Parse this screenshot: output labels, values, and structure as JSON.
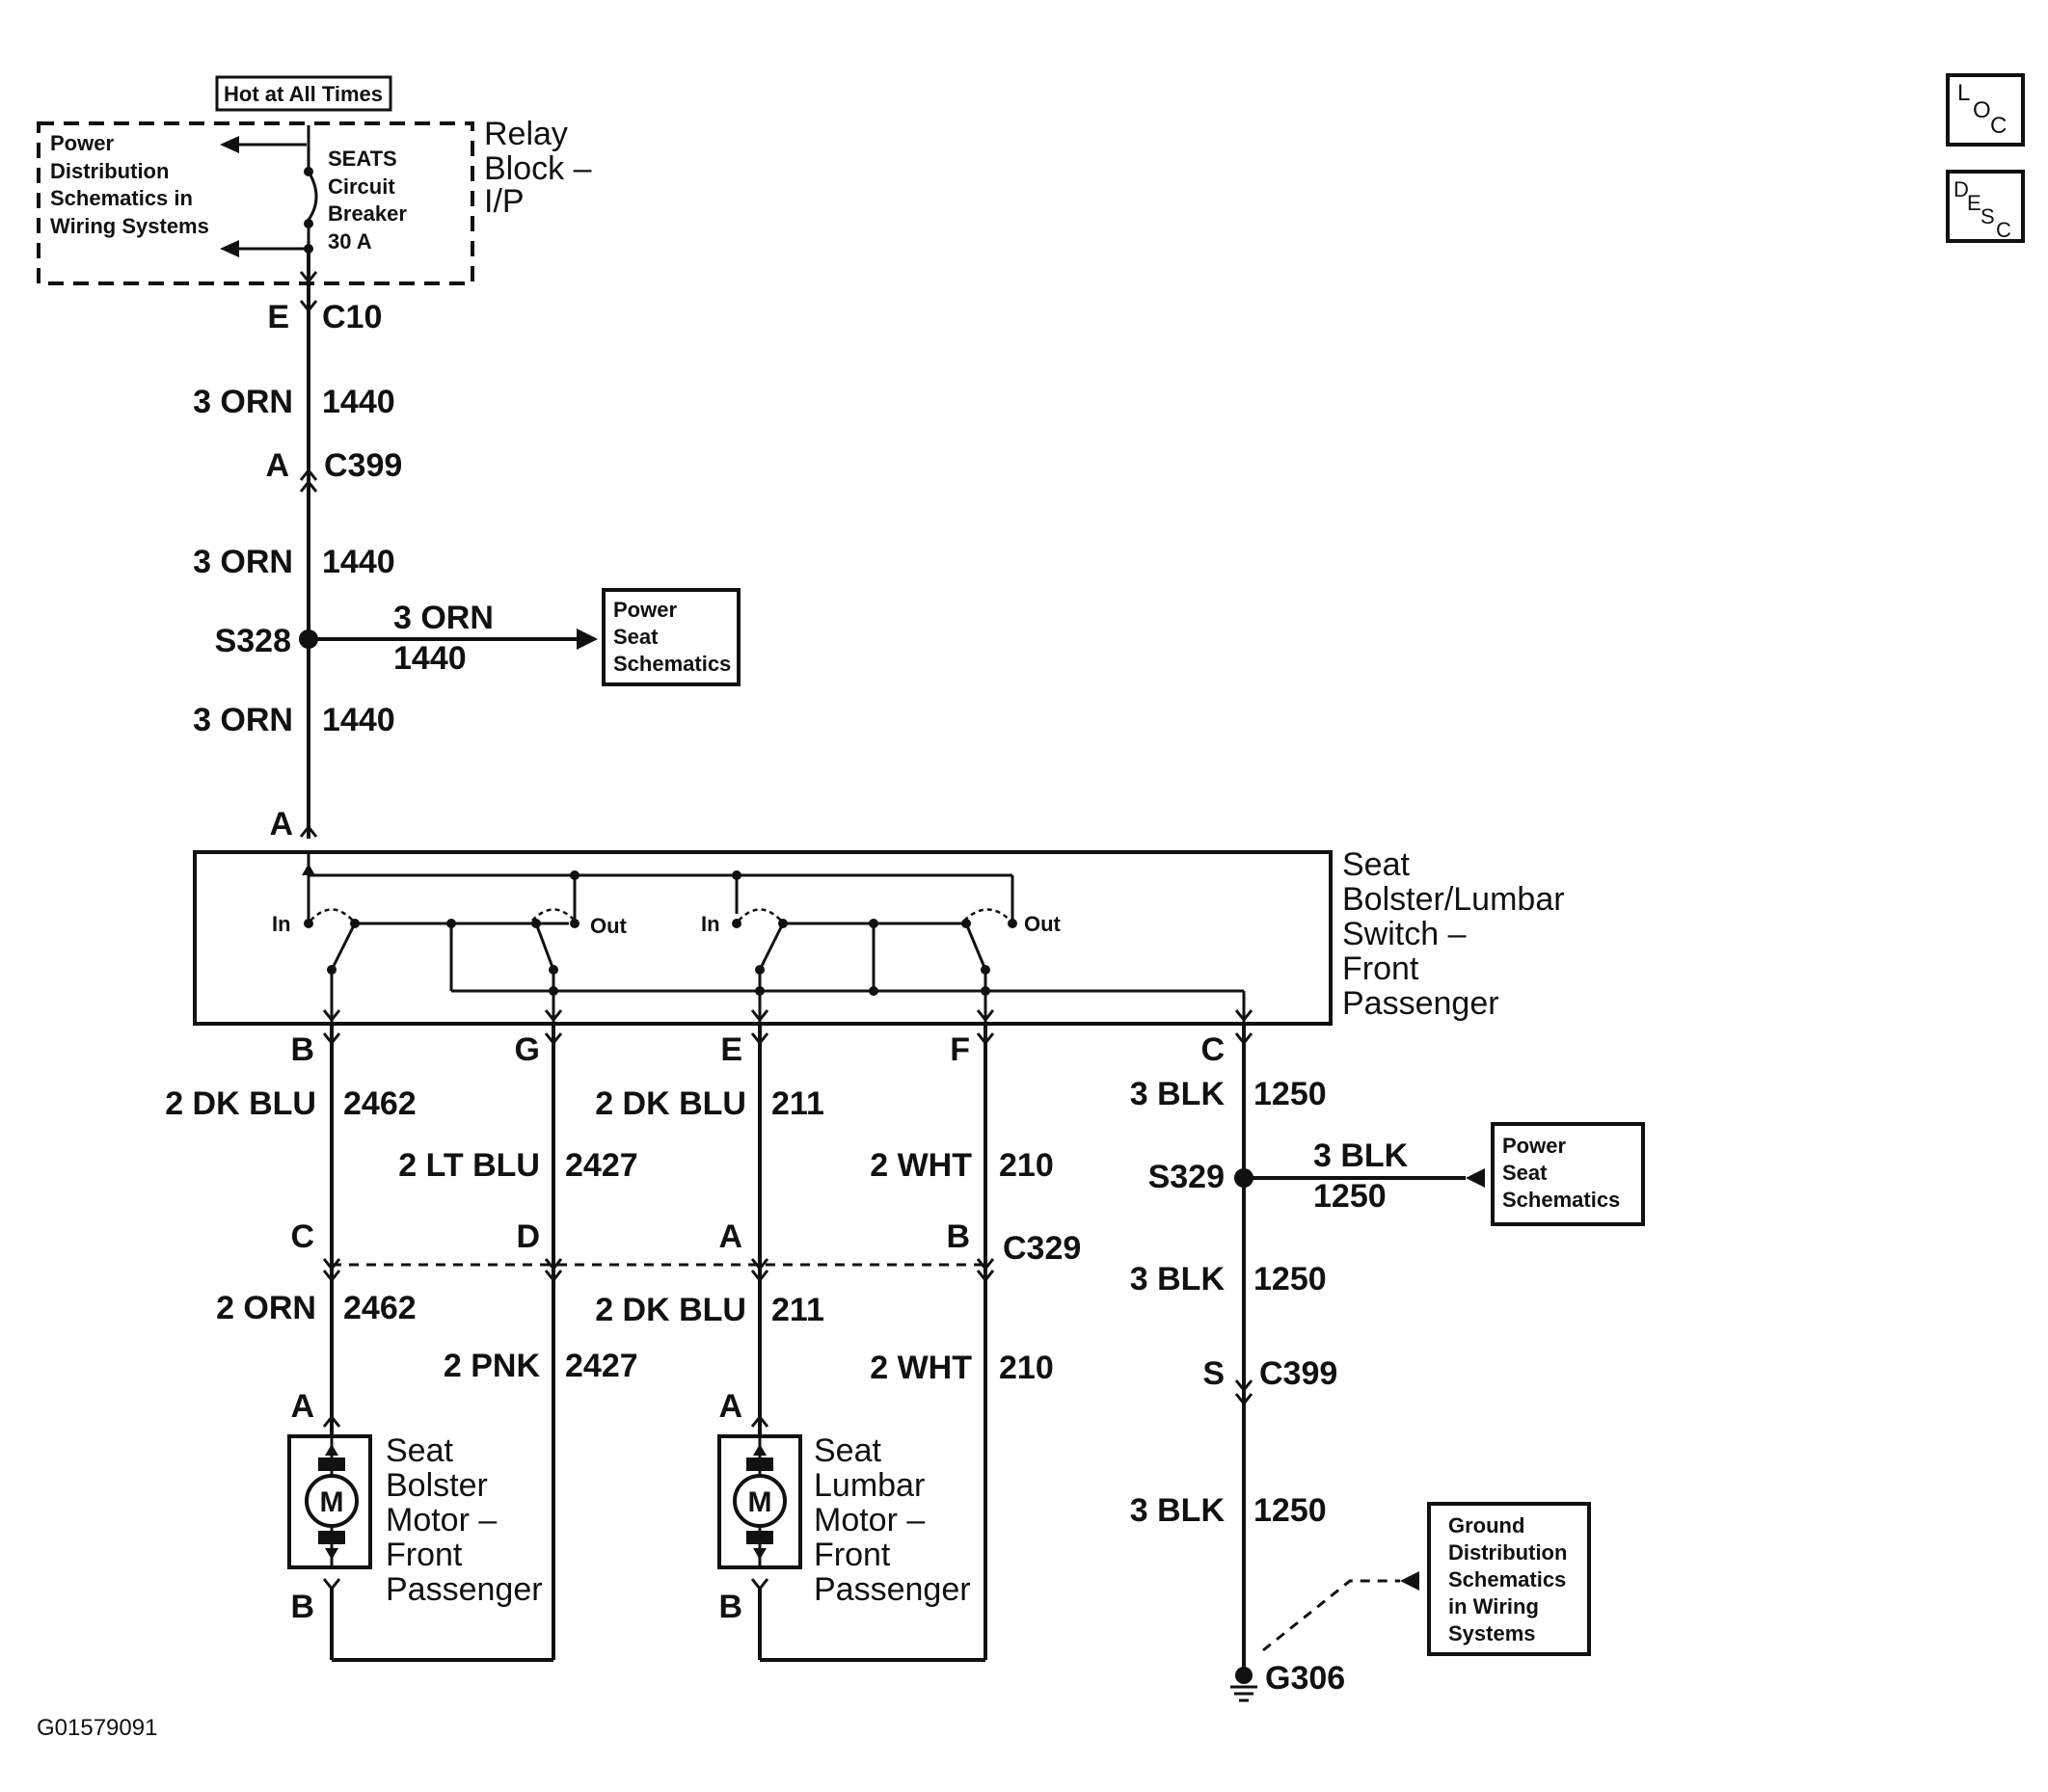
{
  "header": {
    "hot_label": "Hot at All Times"
  },
  "nav_buttons": [
    {
      "letters": [
        "L",
        "O",
        "C"
      ]
    },
    {
      "letters": [
        "D",
        "E",
        "S",
        "C"
      ]
    }
  ],
  "relay_block": {
    "label": [
      "Relay",
      "Block –",
      "I/P"
    ],
    "power_ref": [
      "Power",
      "Distribution",
      "Schematics in",
      "Wiring Systems"
    ],
    "breaker": [
      "SEATS",
      "Circuit",
      "Breaker",
      "30 A"
    ]
  },
  "main_wire": {
    "c10_pin": "E",
    "c10": "C10",
    "seg1_wire": "3 ORN",
    "seg1_circuit": "1440",
    "c399_pin": "A",
    "c399": "C399",
    "seg2_wire": "3 ORN",
    "seg2_circuit": "1440",
    "splice": "S328",
    "branch_wire": "3 ORN",
    "branch_circuit": "1440",
    "branch_ref": [
      "Power",
      "Seat",
      "Schematics"
    ],
    "seg3_wire": "3 ORN",
    "seg3_circuit": "1440",
    "switch_pin": "A"
  },
  "switch": {
    "label": [
      "Seat",
      "Bolster/Lumbar",
      "Switch –",
      "Front",
      "Passenger"
    ],
    "in_label": "In",
    "out_label": "Out"
  },
  "wires_upper": [
    {
      "pin": "B",
      "wire": "2 DK BLU",
      "circuit": "2462"
    },
    {
      "pin": "G",
      "wire": "2 LT BLU",
      "circuit": "2427"
    },
    {
      "pin": "E",
      "wire": "2 DK BLU",
      "circuit": "211"
    },
    {
      "pin": "F",
      "wire": "2 WHT",
      "circuit": "210"
    },
    {
      "pin": "C",
      "wire": "3 BLK",
      "circuit": "1250"
    }
  ],
  "c329": {
    "label": "C329",
    "pins": [
      "C",
      "D",
      "A",
      "B"
    ]
  },
  "wires_lower": [
    {
      "wire": "2 ORN",
      "circuit": "2462"
    },
    {
      "wire": "2 PNK",
      "circuit": "2427"
    },
    {
      "wire": "2 DK BLU",
      "circuit": "211"
    },
    {
      "wire": "2 WHT",
      "circuit": "210"
    }
  ],
  "motors": [
    {
      "symbol": "M",
      "pin_top": "A",
      "pin_bottom": "B",
      "label": [
        "Seat",
        "Bolster",
        "Motor –",
        "Front",
        "Passenger"
      ]
    },
    {
      "symbol": "M",
      "pin_top": "A",
      "pin_bottom": "B",
      "label": [
        "Seat",
        "Lumbar",
        "Motor –",
        "Front",
        "Passenger"
      ]
    }
  ],
  "ground": {
    "splice": "S329",
    "branch_wire": "3 BLK",
    "branch_circuit": "1250",
    "branch_ref": [
      "Power",
      "Seat",
      "Schematics"
    ],
    "seg2_wire": "3 BLK",
    "seg2_circuit": "1250",
    "c399_pin": "S",
    "c399": "C399",
    "seg3_wire": "3 BLK",
    "seg3_circuit": "1250",
    "ground_ref": [
      "Ground",
      "Distribution",
      "Schematics",
      "in Wiring",
      "Systems"
    ],
    "ground_label": "G306"
  },
  "footer": {
    "figure_id": "G01579091"
  }
}
